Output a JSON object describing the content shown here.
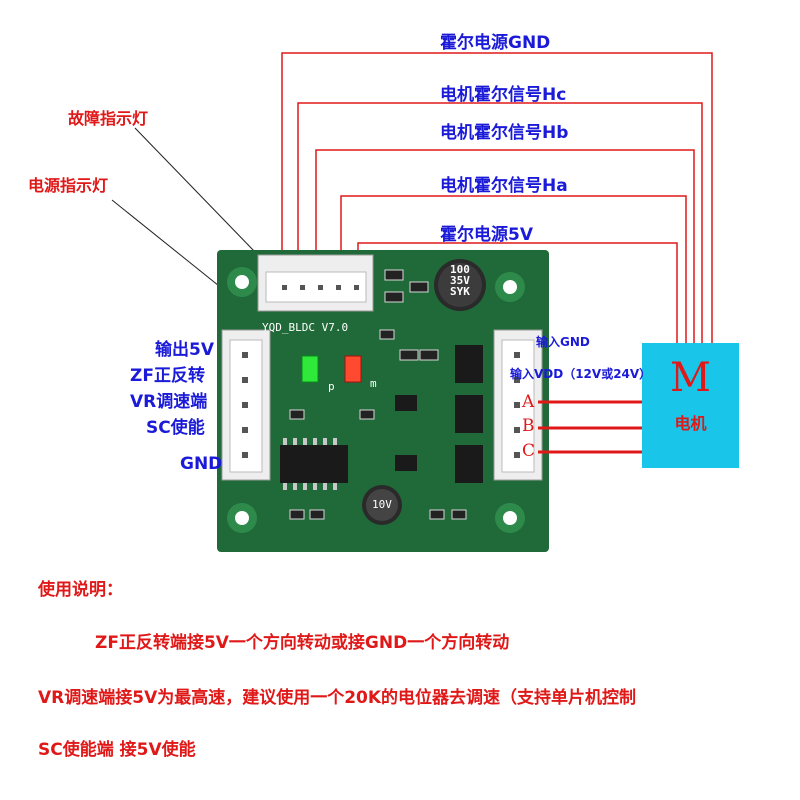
{
  "colors": {
    "board": "#1f6a38",
    "wire_red": "#e01818",
    "label_blue": "#1a1ad8",
    "motor_fill": "#19c6ea"
  },
  "hall_labels": {
    "gnd": "霍尔电源GND",
    "hc": "电机霍尔信号Hc",
    "hb": "电机霍尔信号Hb",
    "ha": "电机霍尔信号Ha",
    "v5": "霍尔电源5V"
  },
  "indicators": {
    "fault": "故障指示灯",
    "power": "电源指示灯"
  },
  "left_pins": {
    "out5v": "输出5V",
    "zf": "ZF正反转",
    "vr": "VR调速端",
    "sc": "SC使能",
    "gnd": "GND"
  },
  "right_pins": {
    "in_gnd": "输入GND",
    "in_vdd": "输入VDD（12V或24V）",
    "a": "A",
    "b": "B",
    "c": "C"
  },
  "board": {
    "model": "YQD_BLDC V7.0",
    "cap_big": [
      "100",
      "35V",
      "SYK"
    ],
    "cap_small": "10V",
    "mark_p": "p",
    "mark_m": "m"
  },
  "motor": {
    "letter": "M",
    "label": "电机"
  },
  "instructions": {
    "title": "使用说明：",
    "line1": "ZF正反转端接5V一个方向转动或接GND一个方向转动",
    "line2": "VR调速端接5V为最高速，建议使用一个20K的电位器去调速（支持单片机控制",
    "line3": "SC使能端 接5V使能"
  }
}
